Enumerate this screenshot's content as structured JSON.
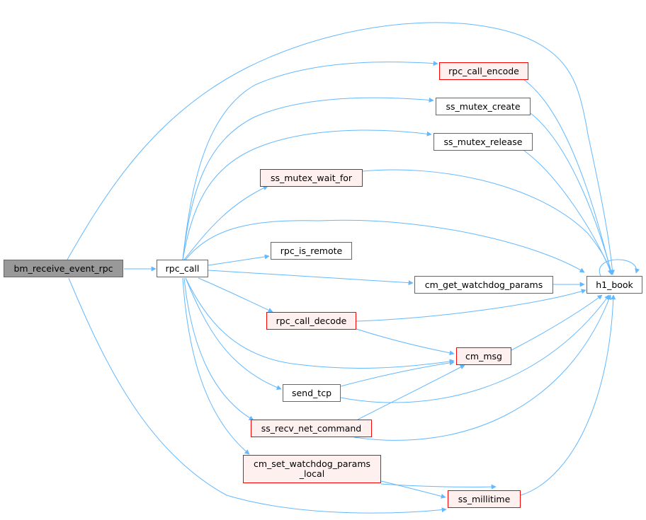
{
  "graph": {
    "colors": {
      "edge": "#63b8ff",
      "node_border": "#666666",
      "node_fill": "#ffffff",
      "root_fill": "#999999",
      "incomplete_border": "#ff0000",
      "incomplete_fill": "#fff0f0"
    },
    "nodes": {
      "bm_receive_event_rpc": "bm_receive_event_rpc",
      "rpc_call": "rpc_call",
      "rpc_call_encode": "rpc_call_encode",
      "ss_mutex_create": "ss_mutex_create",
      "ss_mutex_release": "ss_mutex_release",
      "ss_mutex_wait_for": "ss_mutex_wait_for",
      "rpc_is_remote": "rpc_is_remote",
      "cm_get_watchdog_params": "cm_get_watchdog_params",
      "h1_book": "h1_book",
      "rpc_call_decode": "rpc_call_decode",
      "cm_msg": "cm_msg",
      "send_tcp": "send_tcp",
      "ss_recv_net_command": "ss_recv_net_command",
      "cm_set_watchdog_params_local": "cm_set_watchdog_params\n_local",
      "ss_millitime": "ss_millitime"
    }
  }
}
